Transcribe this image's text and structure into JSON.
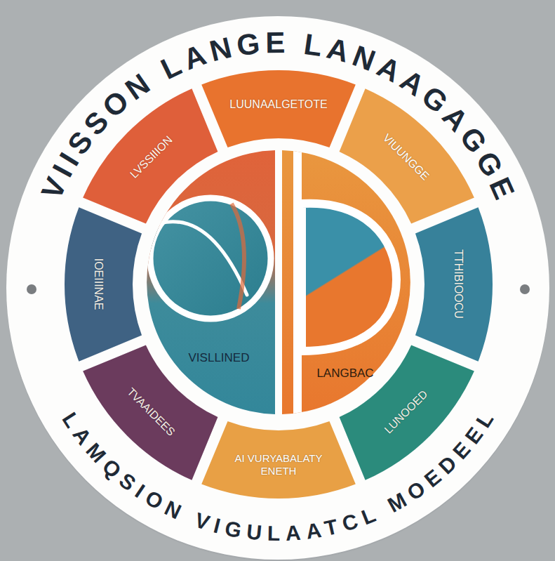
{
  "diagram": {
    "title": "VIISSON LANGE LANAAGAGGE",
    "caption": "LAMQSION VIGULAATCL MOEDEEL",
    "nodes": [
      {
        "text": [
          "LUUNAALGETOTE"
        ]
      },
      {
        "text": [
          "VIUUNGGE"
        ]
      },
      {
        "text": [
          "TTHIBIOOCU"
        ]
      },
      {
        "text": [
          "LUNOOED"
        ]
      },
      {
        "text": [
          "AI VURYABALATY ENETH"
        ]
      },
      {
        "text": [
          "TVAAIDEES"
        ]
      },
      {
        "text": [
          "IOEIIINAE"
        ]
      },
      {
        "text": [
          "LVSSIIION"
        ]
      },
      {
        "text": [
          "VISLLINED"
        ]
      },
      {
        "text": [
          "LANGBAC"
        ]
      }
    ]
  }
}
